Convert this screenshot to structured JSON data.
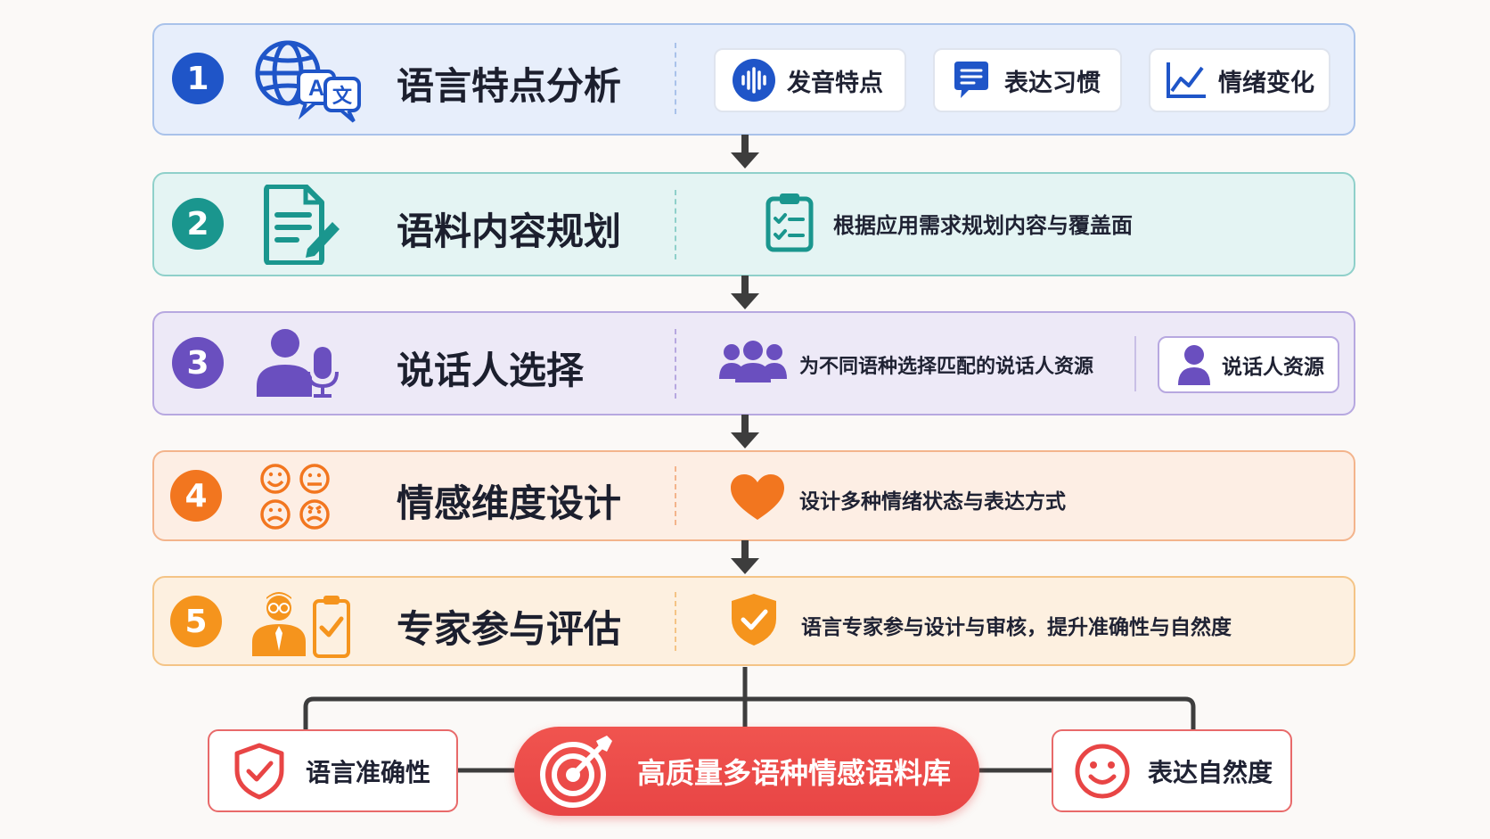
{
  "colors": {
    "blue": "#1f55c8",
    "teal": "#1a968e",
    "purple": "#6a4fbf",
    "orange": "#f2761f",
    "amber": "#f5941d",
    "red": "#e84545"
  },
  "steps": [
    {
      "number": "1",
      "title": "语言特点分析",
      "icon": "translate-globe-icon",
      "chips": [
        {
          "label": "发音特点",
          "icon": "voice-wave-icon"
        },
        {
          "label": "表达习惯",
          "icon": "chat-bubble-icon"
        },
        {
          "label": "情绪变化",
          "icon": "line-chart-icon"
        }
      ]
    },
    {
      "number": "2",
      "title": "语料内容规划",
      "icon": "document-edit-icon",
      "desc_icon": "clipboard-checklist-icon",
      "description": "根据应用需求规划内容与覆盖面"
    },
    {
      "number": "3",
      "title": "说话人选择",
      "icon": "speaker-microphone-icon",
      "desc_icon": "people-group-icon",
      "description": "为不同语种选择匹配的说话人资源",
      "chip": {
        "label": "说话人资源",
        "icon": "person-icon"
      }
    },
    {
      "number": "4",
      "title": "情感维度设计",
      "icon": "emotion-faces-icon",
      "desc_icon": "heart-icon",
      "description": "设计多种情绪状态与表达方式"
    },
    {
      "number": "5",
      "title": "专家参与评估",
      "icon": "expert-clipboard-icon",
      "desc_icon": "shield-check-icon",
      "description": "语言专家参与设计与审核，提升准确性与自然度"
    }
  ],
  "outputs": {
    "left": {
      "label": "语言准确性",
      "icon": "shield-check-icon"
    },
    "center": {
      "label": "高质量多语种情感语料库",
      "icon": "target-icon"
    },
    "right": {
      "label": "表达自然度",
      "icon": "smiley-icon"
    }
  }
}
